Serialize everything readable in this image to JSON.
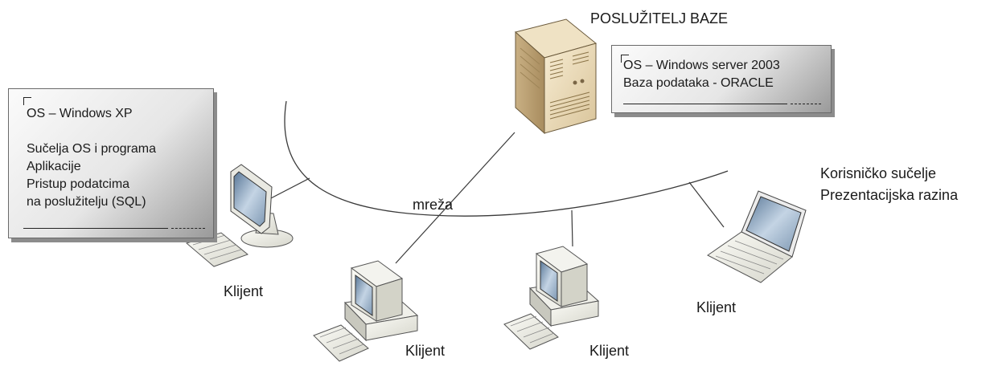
{
  "server": {
    "title": "POSLUŽITELJ BAZE",
    "info": [
      "OS – Windows server 2003",
      "Baza podataka - ORACLE"
    ]
  },
  "desktop_client": {
    "info_top": "OS – Windows XP",
    "info_bottom": [
      "Sučelja OS i programa",
      "Aplikacije",
      "Pristup podatcima",
      "na poslužitelju (SQL)"
    ],
    "label": "Klijent"
  },
  "network": {
    "label": "mreža"
  },
  "pc_client_1": {
    "label": "Klijent"
  },
  "pc_client_2": {
    "label": "Klijent"
  },
  "laptop_client": {
    "label": "Klijent",
    "note": [
      "Korisničko sučelje",
      "Prezentacijska razina"
    ]
  }
}
